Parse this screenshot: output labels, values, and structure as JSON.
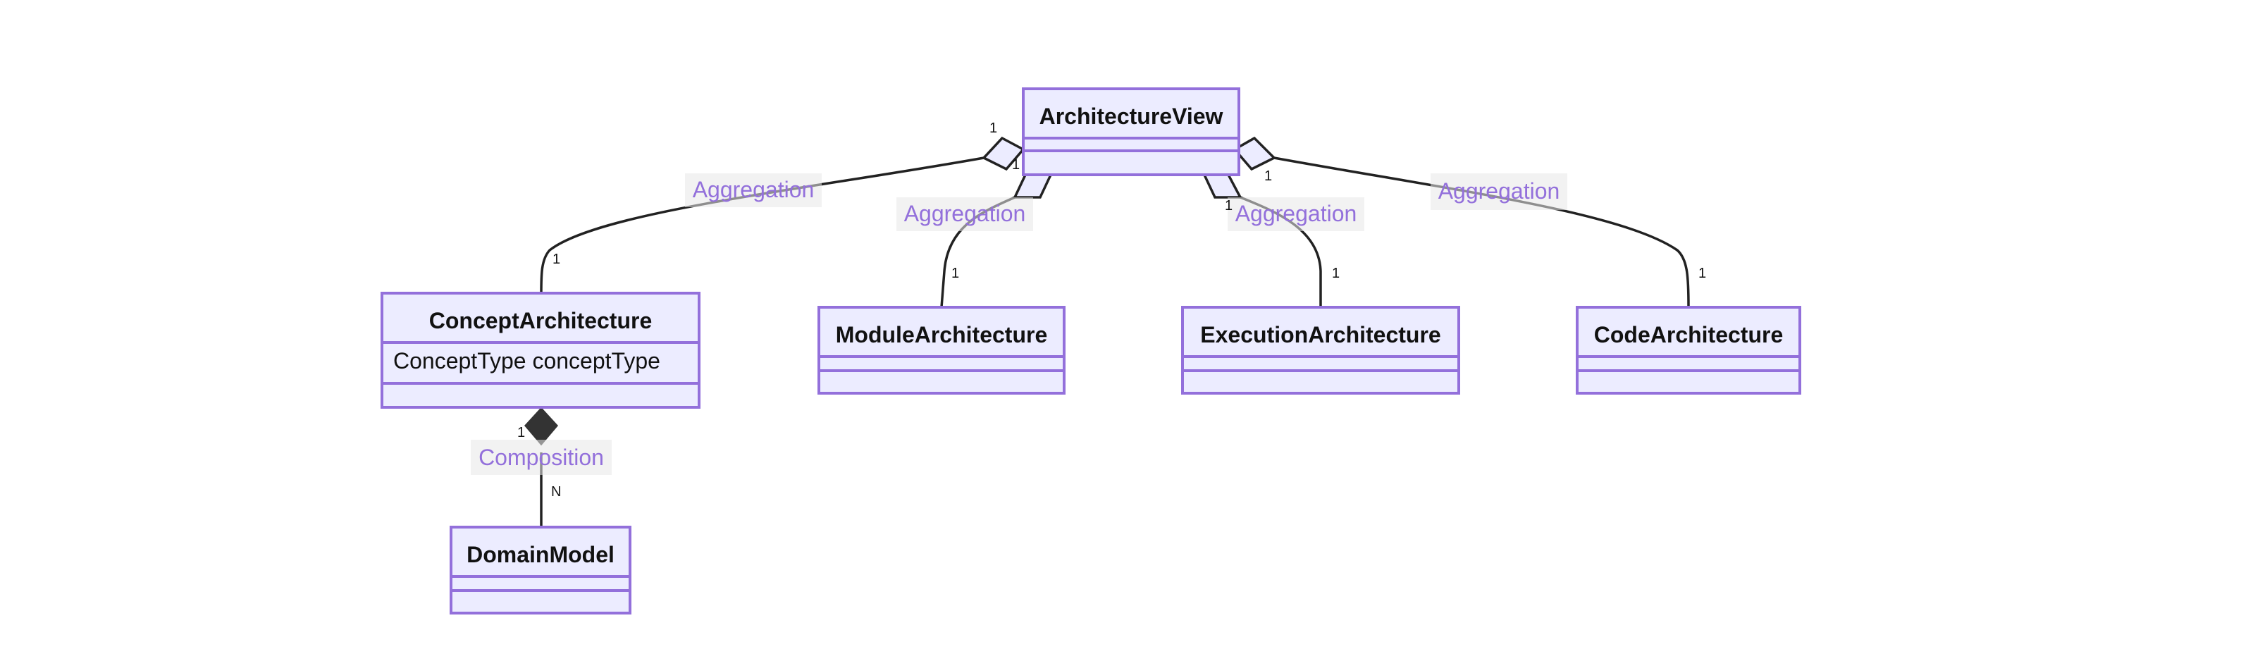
{
  "classes": {
    "architecture_view": {
      "name": "ArchitectureView"
    },
    "concept_architecture": {
      "name": "ConceptArchitecture",
      "attribute": "ConceptType conceptType"
    },
    "module_architecture": {
      "name": "ModuleArchitecture"
    },
    "execution_architecture": {
      "name": "ExecutionArchitecture"
    },
    "code_architecture": {
      "name": "CodeArchitecture"
    },
    "domain_model": {
      "name": "DomainModel"
    }
  },
  "relations": {
    "concept": {
      "label": "Aggregation",
      "source_card": "1",
      "target_card": "1"
    },
    "module": {
      "label": "Aggregation",
      "source_card": "1",
      "target_card": "1"
    },
    "execution": {
      "label": "Aggregation",
      "source_card": "1",
      "target_card": "1"
    },
    "code": {
      "label": "Aggregation",
      "source_card": "1",
      "target_card": "1"
    },
    "domain": {
      "label": "Composition",
      "source_card": "1",
      "target_card": "N"
    }
  },
  "colors": {
    "class_fill": "#ececff",
    "class_border": "#9370db",
    "label_text": "#9370db",
    "edge": "#222222",
    "composition_diamond": "#333333"
  }
}
